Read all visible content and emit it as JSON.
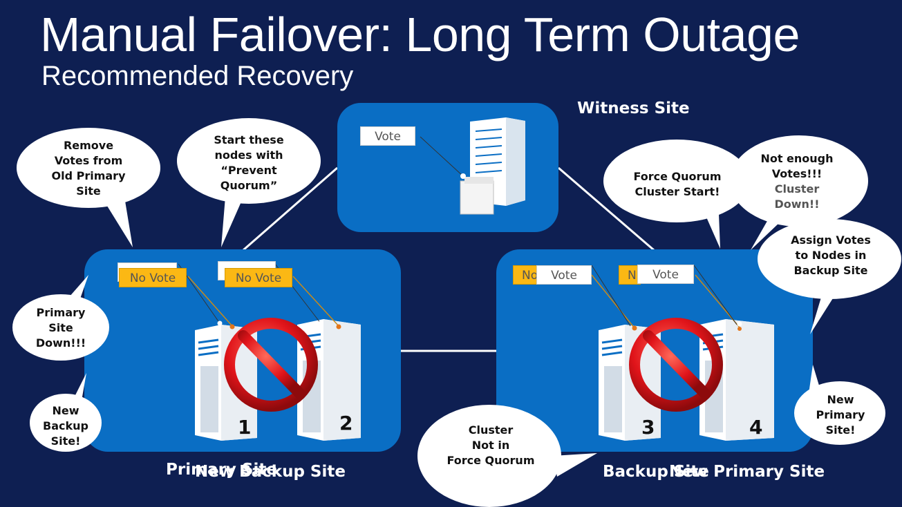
{
  "title": "Manual Failover: Long Term Outage",
  "subtitle": "Recommended Recovery",
  "sites": {
    "witness": {
      "label": "Witness Site",
      "vote_tag": "Vote"
    },
    "primary": {
      "label_old": "Primary Site",
      "label_new": "New Backup Site"
    },
    "backup": {
      "label_old": "Backup Site",
      "label_new": "New Primary Site"
    }
  },
  "tags": {
    "left_no_vote_1": "No Vote",
    "left_no_vote_2": "No Vote",
    "right_no_partial_1": "No",
    "right_no_partial_2": "N",
    "right_vote_1": "Vote",
    "right_vote_2": "Vote"
  },
  "nodes": [
    "1",
    "2",
    "3",
    "4"
  ],
  "bubbles": {
    "remove_votes": "Remove\nVotes from\nOld Primary\nSite",
    "start_nodes": "Start these\nnodes with\n“Prevent\nQuorum”",
    "primary_down": "Primary\nSite\nDown!!!",
    "new_backup": "New\nBackup\nSite!",
    "force_quorum_start": "Force Quorum\nCluster Start!",
    "not_enough_votes": "Not enough\nVotes!!!",
    "cluster_down": "Cluster\nDown!!",
    "assign_votes": "Assign Votes\nto Nodes in\nBackup Site",
    "new_primary": "New\nPrimary\nSite!",
    "not_force_quorum": "Cluster\nNot in\nForce Quorum"
  },
  "colors": {
    "background": "#0e1f52",
    "site_box": "#0a6ec4",
    "no_vote_tag": "#fbb814",
    "prohibited_sign": "#d8141a"
  },
  "icons": [
    "server-icon",
    "file-share-witness-icon",
    "prohibited-icon"
  ]
}
